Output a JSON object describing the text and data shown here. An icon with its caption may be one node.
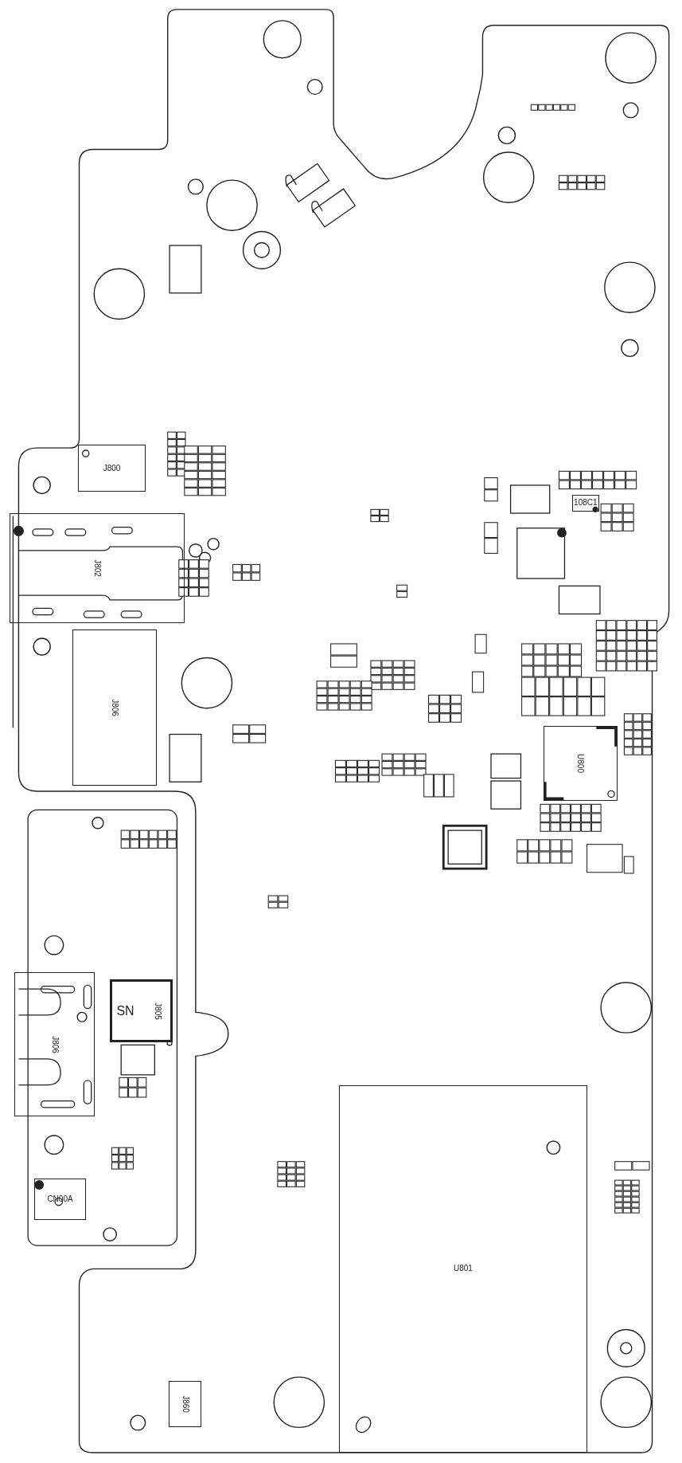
{
  "diagram": {
    "nodes": [
      {
        "text": [
          "J800"
        ]
      },
      {
        "text": [
          "108C1"
        ]
      },
      {
        "text": [
          "J802"
        ]
      },
      {
        "text": [
          "J806"
        ]
      },
      {
        "text": [
          "U800"
        ]
      },
      {
        "text": [
          "J806"
        ]
      },
      {
        "text": [
          "J805",
          "SN"
        ]
      },
      {
        "text": [
          "U801"
        ]
      },
      {
        "text": [
          "CN00A"
        ]
      },
      {
        "text": [
          "J860"
        ]
      }
    ]
  }
}
